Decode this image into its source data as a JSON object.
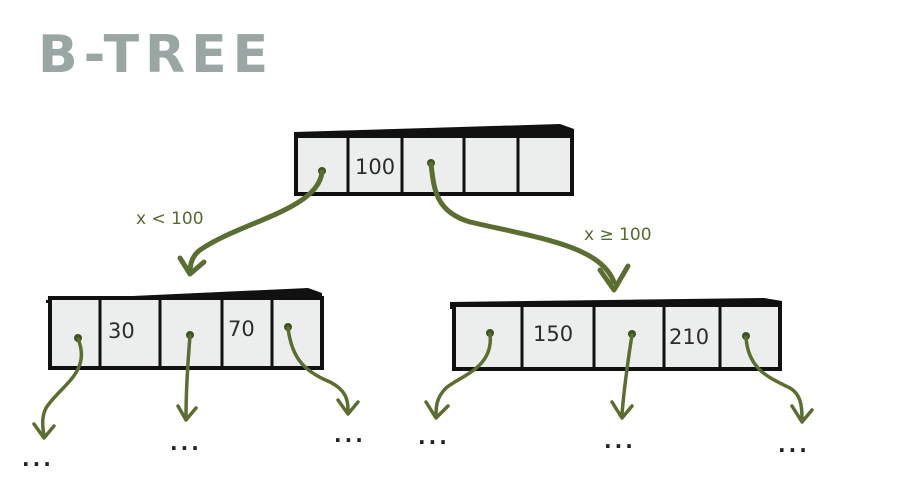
{
  "title": "B-TREE",
  "root": {
    "keys": [
      "100"
    ]
  },
  "left_node": {
    "keys": [
      "30",
      "70"
    ]
  },
  "right_node": {
    "keys": [
      "150",
      "210"
    ]
  },
  "edges": {
    "left_label": "x < 100",
    "right_label": "x ≥ 100"
  },
  "ellipsis": "...",
  "colors": {
    "arrow": "#5b6e31",
    "title": "#9aa6a3",
    "cell_fill": "#eceeed"
  }
}
